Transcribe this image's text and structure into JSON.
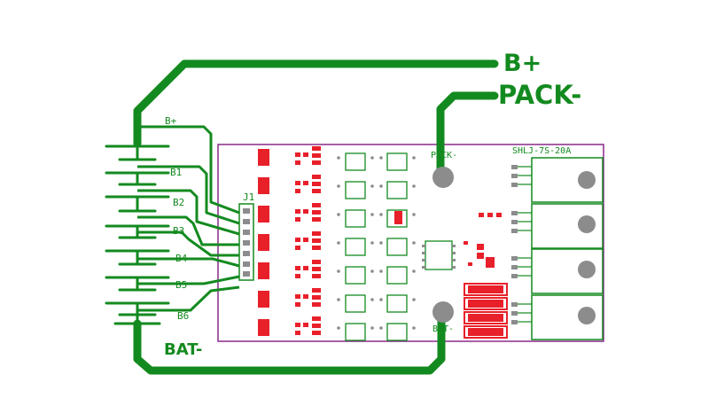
{
  "labels": {
    "b_plus_big": "B+",
    "pack_minus_big": "PACK-",
    "bat_minus": "BAT-",
    "b_plus_small": "B+",
    "b1": "B1",
    "b2": "B2",
    "b3": "B3",
    "b4": "B4",
    "b5": "B5",
    "b6": "B6",
    "j1": "J1",
    "pack_minus_pad": "PACK-",
    "bat_minus_pad": "BAT-",
    "board_name": "SHLJ-7S-20A"
  },
  "colors": {
    "trace": "#138a1f",
    "board_outline": "#8a2a8a",
    "pad_red": "#e8202a",
    "pad_gray": "#8c8c8c",
    "silkscreen": "#138a1f"
  }
}
